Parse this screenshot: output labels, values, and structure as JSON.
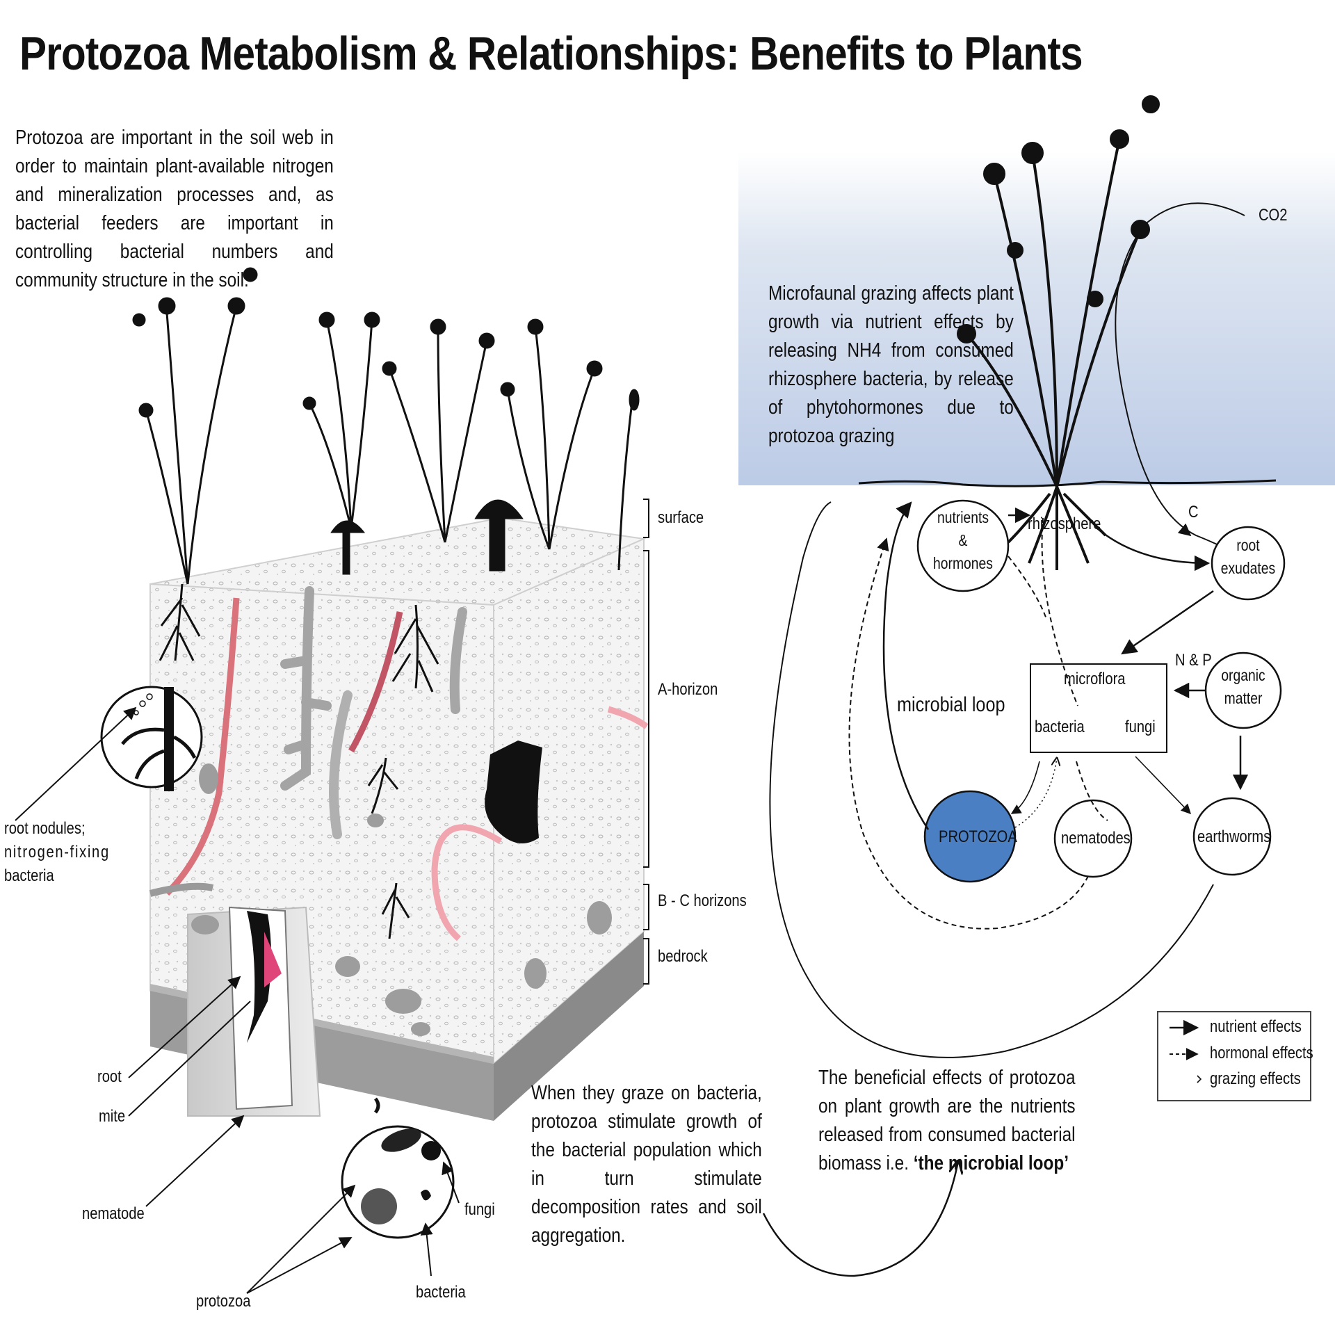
{
  "title": "Protozoa Metabolism & Relationships: Benefits to Plants",
  "intro": "Protozoa are important in the soil web in order to maintain plant-available nitrogen and mineralization processes and, as bacterial feeders are important in controlling bacterial numbers and community structure in the soil.",
  "grazing_text": "Microfaunal grazing affects plant growth via nutrient effects by releasing NH4 from consumed rhizosphere bacteria, by release of phytohormones due to protozoa grazing",
  "graze_paragraph": "When they graze on bacteria, protozoa stimulate growth of the bacterial population which in turn stimulate decomposition rates and soil aggregation.",
  "beneficial_paragraph": {
    "text": "The beneficial effects of protozoa on plant growth are the nutrients released from consumed bacterial biomass i.e.",
    "emphasis": "‘the microbial loop’"
  },
  "soil_layers": {
    "surface": "surface",
    "a_horizon": "A-horizon",
    "bc_horizons": "B - C horizons",
    "bedrock": "bedrock"
  },
  "callouts": {
    "root_nodules": [
      "root nodules;",
      "nitrogen-fixing",
      "bacteria"
    ],
    "root": "root",
    "mite": "mite",
    "nematode": "nematode",
    "fungi": "fungi",
    "protozoa": "protozoa",
    "bacteria": "bacteria"
  },
  "loop": {
    "co2": "CO2",
    "c": "C",
    "nutrients_hormones": [
      "nutrients",
      "&",
      "hormones"
    ],
    "rhizosphere": "rhizosphere",
    "root_exudates": [
      "root",
      "exudates"
    ],
    "np": "N & P",
    "organic_matter": [
      "organic",
      "matter"
    ],
    "microflora": "microflora",
    "bacteria": "bacteria",
    "fungi": "fungi",
    "microbial_loop": "microbial loop",
    "protozoa": "PROTOZOA",
    "nematodes": "nematodes",
    "earthworms": "earthworms"
  },
  "legend": {
    "nutrient": "nutrient effects",
    "hormonal": "hormonal effects",
    "grazing": "grazing effects"
  },
  "colors": {
    "protozoa_fill": "#4a7fc4",
    "root_channel": "#d9727a",
    "bedrock": "#9c9c9c",
    "sky": "#bccbe6"
  }
}
